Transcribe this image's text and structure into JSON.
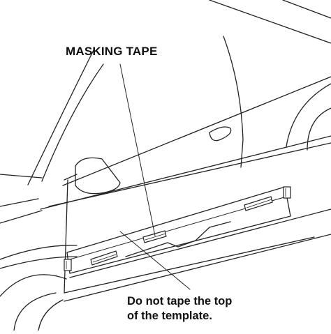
{
  "labels": {
    "masking_tape": "MASKING TAPE",
    "note_line1": "Do not tape the top",
    "note_line2": "of the template."
  },
  "colors": {
    "line": "#222222",
    "background": "#ffffff"
  }
}
